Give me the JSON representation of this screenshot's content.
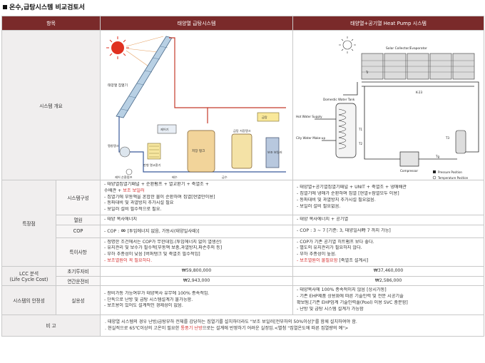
{
  "page": {
    "title": "온수,급탕시스템 비교검토서"
  },
  "header": {
    "col1": "항목",
    "col2": "태양열 급탕시스템",
    "col3": "태양열+공기열 Heat Pump 시스템"
  },
  "overview": {
    "label": "시스템 개요",
    "left_labels": {
      "collector": "태양열 집열기",
      "heat_exchanger": "판형 열교환기",
      "pump": "제어 순환펌프",
      "expansion": "팽창탱크",
      "cooling": "열교환기",
      "control": "제어기",
      "tank": "저장 탱크",
      "sub_tank": "급탕 저장탱크",
      "boiler": "보조 보일러",
      "drain": "배수",
      "supply": "급탕",
      "cold_in": "급수"
    },
    "right_labels": {
      "collector": "Solar Collector/Evaporator",
      "tank": "Domestic Water Tank",
      "hot": "Hot Water Supply",
      "city": "City Water Make-up",
      "compressor": "Compressor",
      "pressure": "Pressure Position",
      "temp": "Temperature Position",
      "k23": "K-23",
      "tr": "Tr",
      "t1": "T1",
      "t2": "T2",
      "t3": "T3",
      "tg": "Tg"
    }
  },
  "features": {
    "label": "특장점",
    "rows": [
      {
        "sub": "시스템구성",
        "left": [
          "- 태양열집열기패널 + 순환펌프 + 열교환기 + 축열조 +",
          "  수배관 + ",
          "- 집열기에 부동액을 혼합한 물이 순환하며 집열[현열만이용]",
          "- 동파대비 및 과열방지 추가시설 필요",
          "- 보일러 설비 필수적으로 필요."
        ],
        "left_red": "보조 보일러",
        "right": [
          "- 태양열+공기열집열기패널 + UNIT + 축열조 + 냉매배관",
          "- 집열기에 냉매가 순환하며 집열 [현열+잠열모두 이용]",
          "- 동파대비 및 과열방지 추가시설 필요없음.",
          "- 보일러 설비 필요없음."
        ]
      },
      {
        "sub": "열원",
        "left": [
          "- 태양 복사에너지"
        ],
        "right": [
          "- 태양 복사에너지 + 공기열"
        ]
      },
      {
        "sub": "COP",
        "left_prefix": "- COP : ",
        "left_inf": "∞",
        "left_suffix": "  [투입에너지 없음, 가동시(태양일사때)]",
        "right": [
          "- COP : 3 ~ 7 [기준: 3, 태양일사時 7 까지 가능]"
        ]
      },
      {
        "sub": "특이사항",
        "left": [
          "- 청명한 조건에서는 COP가 무한대임.(투입에너지 없이 열생산)",
          "- 유지관리 및 보수가 필수적[부동액 보충,과열방지,파손주의 등]",
          "- 부하 추종성이 낮음 [버퍼탱크 및 축열조 필수적임]"
        ],
        "left_red": "- 보조열원이 꼭 필요하다.",
        "right": [
          "- COP가 기존 공기열 히트펌프 보다 좋다.",
          "- 별도의 유지관리가 필요하지 않다.",
          "- 부하 추종성이 높음."
        ],
        "right_red": "- 보조열원이 불필요함",
        "right_red_suffix": " [축열조 설계시]"
      }
    ]
  },
  "lcc": {
    "label": "LCC 분석\n(Life Cycle Cost)",
    "label_line1": "LCC 분석",
    "label_line2": "(Life Cycle Cost)",
    "initial_label": "초기투자비",
    "annual_label": "연간운전비",
    "left_initial": "₩59,800,000",
    "left_annual": "₩2,943,000",
    "right_initial": "₩37,460,000",
    "right_annual": "₩2,586,000"
  },
  "stability": {
    "label": "시스템의 안정성",
    "sub": "실용성",
    "left": [
      "- 장비가동 가능여부가 태양복사 유무에 100% 종속적임.",
      "- 단독으로 난방 및 급탕 시스템설계가 불가능함.",
      "- 보조용이 있어도 설계적인 경제성이 없음."
    ],
    "right": [
      "- 태양복사에 100% 종속적이지 않음 [상시가동]",
      "- 기존 EHP제품 상용화에 따른 기술인력 및 전문 시공기술",
      "  확보됨.[기존 EHP업계 기술인력풀(Pool) 이용 SVC 충분함]",
      "- 난방 및 급탕 시스템 설계가 가능함"
    ]
  },
  "remarks": {
    "label": "비 고",
    "line1": ". 태양열 시스템의 경우 난방/급탕부하 전체를 감당하는 집열기를 설치하더라도 \"보조 보일러[전부하의 50%이상]\"를 함께 설치하여야 함.",
    "line2_a": ". 현실적으로 65℃이상의 고온이 필요한 ",
    "line2_red": "통풍기 난방",
    "line2_b": "으로는 설계에 반영하기 어려운 실정임.<별첨 \"집열온도에 따른 집열량의 예\">"
  },
  "colors": {
    "header_bg": "#7a2a2a",
    "accent_red": "#d42d2d",
    "sun": "#e03020"
  }
}
